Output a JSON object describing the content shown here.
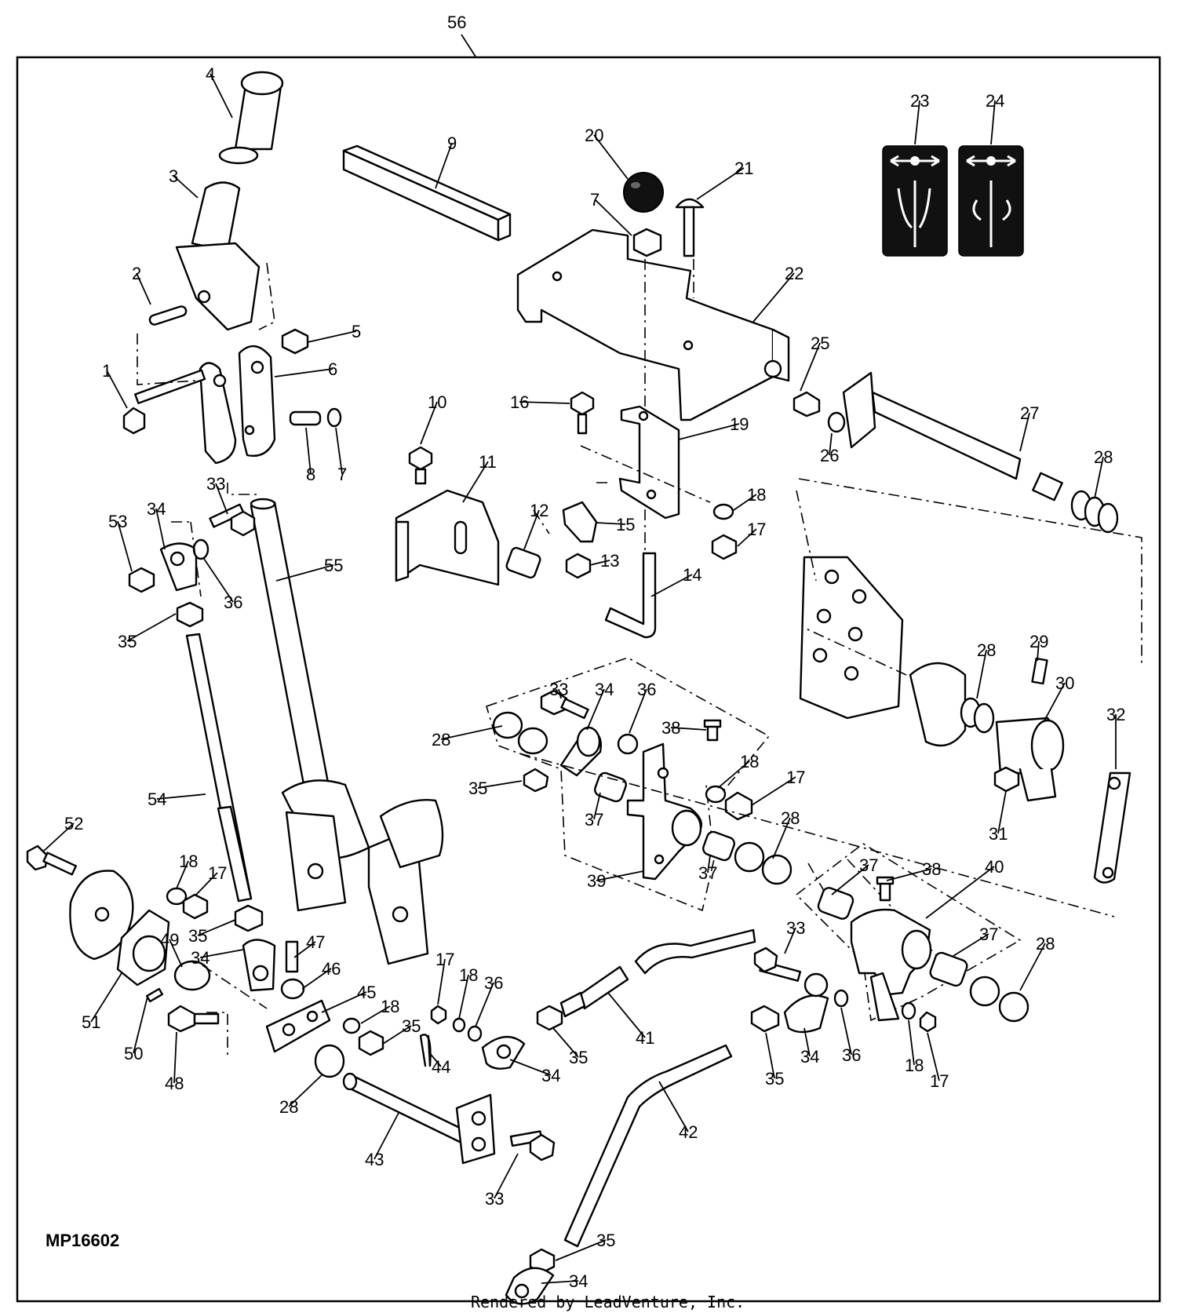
{
  "diagram": {
    "drawing_code": "MP16602",
    "credit": "Rendered by LeadVenture, Inc.",
    "assembly_callout": "56",
    "callouts": [
      "1",
      "2",
      "3",
      "4",
      "5",
      "6",
      "7",
      "8",
      "9",
      "10",
      "11",
      "12",
      "13",
      "14",
      "15",
      "16",
      "17",
      "18",
      "19",
      "20",
      "21",
      "22",
      "23",
      "24",
      "25",
      "26",
      "27",
      "28",
      "29",
      "30",
      "31",
      "32",
      "33",
      "34",
      "35",
      "36",
      "37",
      "38",
      "39",
      "40",
      "41",
      "42",
      "43",
      "44",
      "45",
      "46",
      "47",
      "48",
      "49",
      "50",
      "51",
      "52",
      "53",
      "54",
      "55"
    ]
  }
}
